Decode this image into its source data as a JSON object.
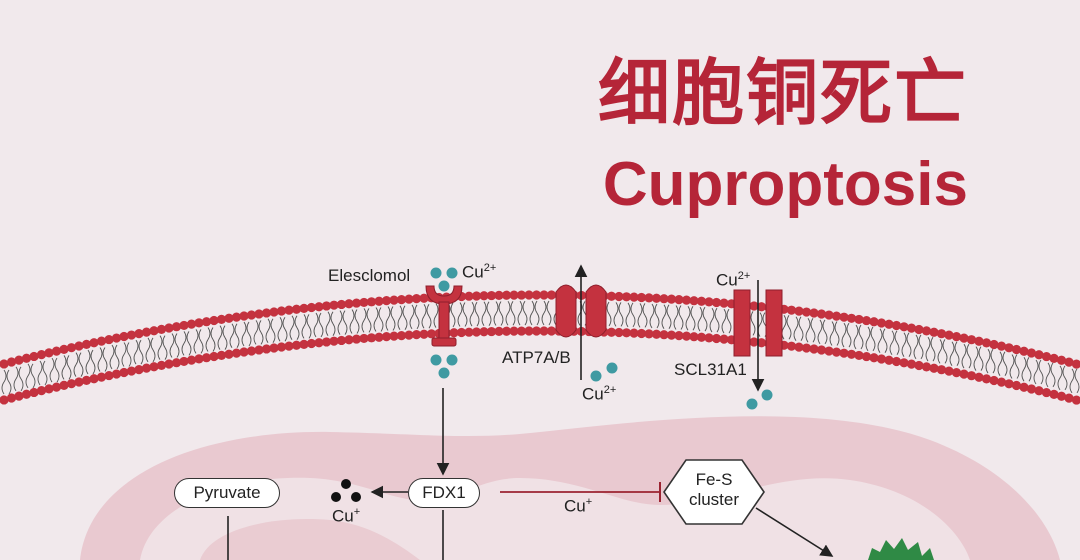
{
  "title": {
    "chinese": "细胞铜死亡",
    "english": "Cuproptosis"
  },
  "labels": {
    "elesclomol": "Elesclomol",
    "atp7": "ATP7A/B",
    "scl": "SCL31A1",
    "pyruvate": "Pyruvate",
    "fdx1": "FDX1",
    "fes_line1": "Fe-S",
    "fes_line2": "cluster"
  },
  "ions": {
    "cu_base": "Cu",
    "cu2_sup": "2+",
    "cu1_sup": "+"
  },
  "colors": {
    "accent": "#b52538",
    "membrane_red": "#c4323f",
    "ion_teal": "#3f9aa2",
    "mito_pink": "#e7c3cb",
    "background": "#f1e9ec"
  }
}
